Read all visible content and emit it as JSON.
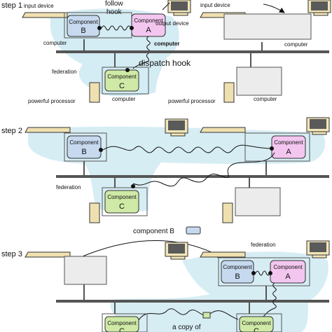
{
  "steps": [
    "step 1",
    "step 2",
    "step 3"
  ],
  "component_word": "Component",
  "letters": {
    "a": "A",
    "b": "B",
    "c": "C"
  },
  "labels": {
    "input_device": "input device",
    "output_device": "output device",
    "computer": "computer",
    "computer_bold": "computer",
    "follow_hook_1": "follow",
    "follow_hook_2": "hook",
    "dispatch_hook": "dispatch hook",
    "federation": "federation",
    "powerful_processor": "powerful processor",
    "component_b_moving": "component B",
    "a_copy_of": "a copy of"
  },
  "colors": {
    "federation_fill": "#c9e7f0",
    "component_blue": "#c6d9ef",
    "component_pink": "#f3c6ef",
    "component_green": "#cfe9a6",
    "keyboard": "#efe0b0",
    "tower": "#efe0b0",
    "monitor_body": "#f3e6b8",
    "monitor_screen": "#5a5a5a",
    "blank_box": "#ececec"
  }
}
